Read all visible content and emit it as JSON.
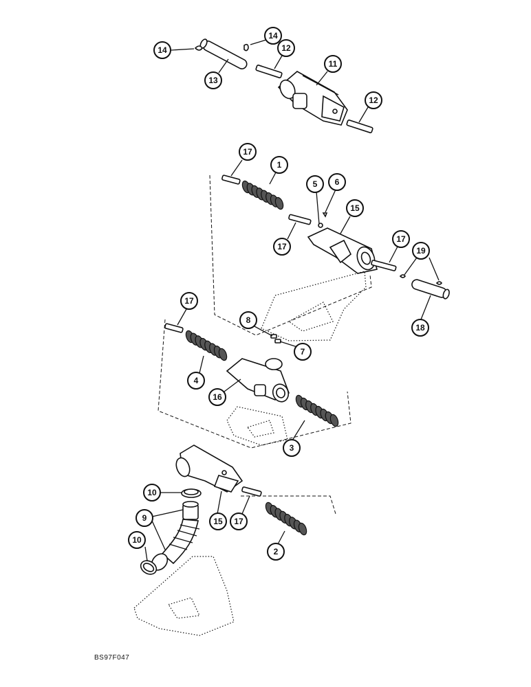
{
  "figure_code": "BS97F047",
  "callouts": [
    {
      "id": "c-14a",
      "label": "14"
    },
    {
      "id": "c-14b",
      "label": "14"
    },
    {
      "id": "c-13",
      "label": "13"
    },
    {
      "id": "c-12a",
      "label": "12"
    },
    {
      "id": "c-11",
      "label": "11"
    },
    {
      "id": "c-12b",
      "label": "12"
    },
    {
      "id": "c-17a",
      "label": "17"
    },
    {
      "id": "c-1",
      "label": "1"
    },
    {
      "id": "c-5",
      "label": "5"
    },
    {
      "id": "c-6",
      "label": "6"
    },
    {
      "id": "c-15a",
      "label": "15"
    },
    {
      "id": "c-17b",
      "label": "17"
    },
    {
      "id": "c-17c",
      "label": "17"
    },
    {
      "id": "c-19",
      "label": "19"
    },
    {
      "id": "c-18",
      "label": "18"
    },
    {
      "id": "c-17d",
      "label": "17"
    },
    {
      "id": "c-8",
      "label": "8"
    },
    {
      "id": "c-7",
      "label": "7"
    },
    {
      "id": "c-4",
      "label": "4"
    },
    {
      "id": "c-16",
      "label": "16"
    },
    {
      "id": "c-3",
      "label": "3"
    },
    {
      "id": "c-10a",
      "label": "10"
    },
    {
      "id": "c-9",
      "label": "9"
    },
    {
      "id": "c-15b",
      "label": "15"
    },
    {
      "id": "c-17e",
      "label": "17"
    },
    {
      "id": "c-10b",
      "label": "10"
    },
    {
      "id": "c-2",
      "label": "2"
    }
  ]
}
